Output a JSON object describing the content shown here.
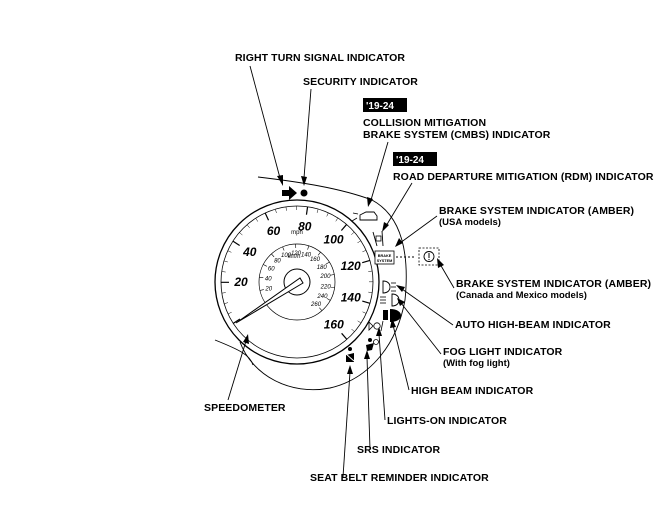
{
  "labels": {
    "right_turn": "RIGHT TURN SIGNAL INDICATOR",
    "security": "SECURITY INDICATOR",
    "badge_cmbs": "'19-24",
    "cmbs_line1": "COLLISION MITIGATION",
    "cmbs_line2": "BRAKE SYSTEM (CMBS) INDICATOR",
    "badge_rdm": "'19-24",
    "rdm": "ROAD DEPARTURE MITIGATION (RDM) INDICATOR",
    "brake_usa_line1": "BRAKE SYSTEM INDICATOR (AMBER)",
    "brake_usa_line2": "(USA models)",
    "brake_can_line1": "BRAKE SYSTEM INDICATOR (AMBER)",
    "brake_can_line2": "(Canada and Mexico models)",
    "auto_high_beam": "AUTO HIGH-BEAM INDICATOR",
    "fog_line1": "FOG LIGHT INDICATOR",
    "fog_line2": "(With fog light)",
    "high_beam": "HIGH BEAM INDICATOR",
    "lights_on": "LIGHTS-ON INDICATOR",
    "srs": "SRS INDICATOR",
    "seat_belt": "SEAT BELT REMINDER INDICATOR",
    "speedometer": "SPEEDOMETER"
  },
  "gauge": {
    "mph_ticks": [
      "20",
      "40",
      "60",
      "80",
      "100",
      "120",
      "140",
      "160"
    ],
    "mph_unit": "mph",
    "kmh_ticks": [
      "20",
      "40",
      "60",
      "80",
      "100",
      "120",
      "140",
      "160",
      "180",
      "200",
      "220",
      "240",
      "260"
    ],
    "kmh_unit": "km/h",
    "brake_icon_line1": "BRAKE",
    "brake_icon_line2": "SYSTEM"
  },
  "colors": {
    "ink": "#000000",
    "paper": "#ffffff"
  }
}
